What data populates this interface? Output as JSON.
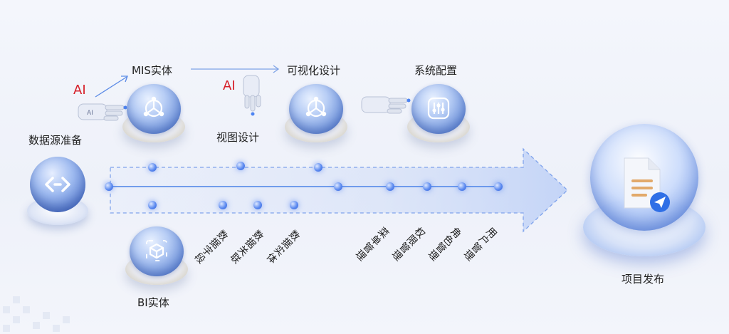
{
  "nodes": {
    "source": "数据源准备",
    "mis_entity": "MIS实体",
    "visual_design": "可视化设计",
    "system_config": "系统配置",
    "view_design": "视图设计",
    "bi_entity": "BI实体",
    "publish": "项目发布"
  },
  "ai_labels": [
    "AI",
    "AI"
  ],
  "robot_badge": "AI",
  "steps_lower": [
    "数据字段",
    "数据关联",
    "数据实体"
  ],
  "steps_config": [
    "菜单管理",
    "权限管理",
    "角色管理",
    "用户管理"
  ],
  "colors": {
    "accent": "#3f6fe0",
    "ai_red": "#d6202a",
    "arrow_line": "#4a82e8"
  },
  "icons": [
    "code-brackets-icon",
    "network-hub-icon",
    "sliders-icon",
    "cube-icon",
    "document-send-icon",
    "robot-hand-icon"
  ]
}
